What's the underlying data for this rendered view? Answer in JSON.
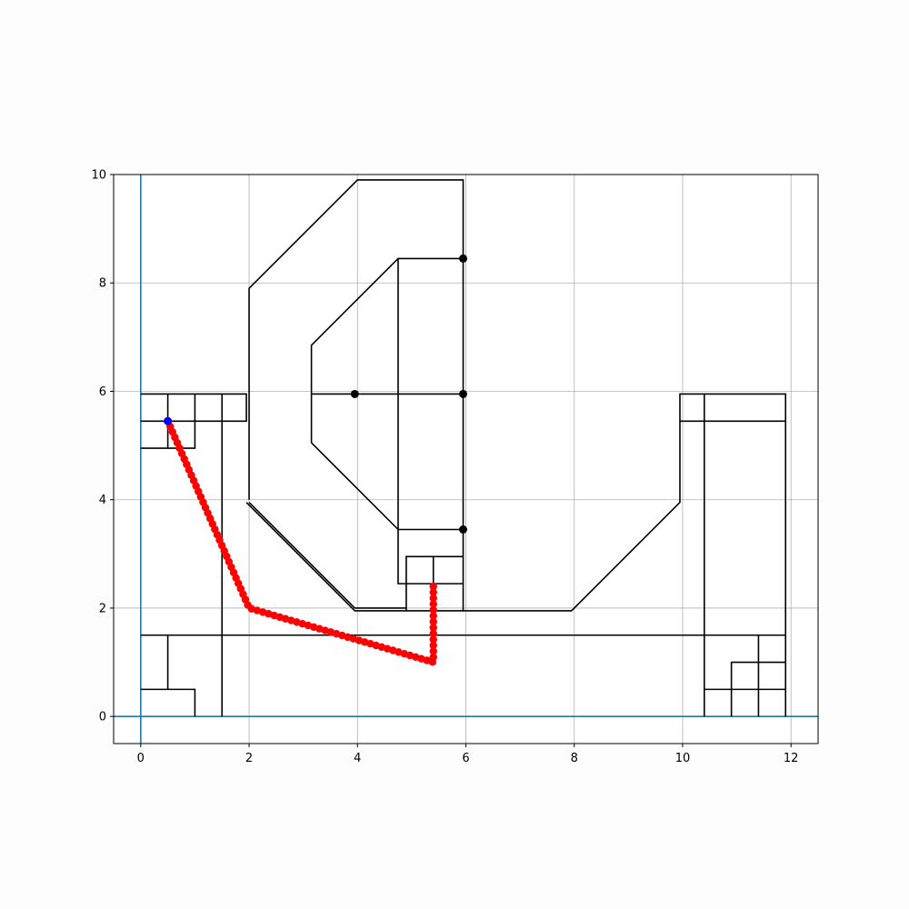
{
  "chart_data": {
    "type": "line",
    "title": "",
    "xlabel": "",
    "ylabel": "",
    "xlim": [
      -0.5,
      12.5
    ],
    "ylim": [
      -0.5,
      10
    ],
    "grid": true,
    "xticks": [
      0,
      2,
      4,
      6,
      8,
      10,
      12
    ],
    "yticks": [
      0,
      2,
      4,
      6,
      8,
      10
    ],
    "xtick_labels": [
      "0",
      "2",
      "4",
      "6",
      "8",
      "10",
      "12"
    ],
    "ytick_labels": [
      "0",
      "2",
      "4",
      "6",
      "8",
      "10"
    ],
    "colors": {
      "axis_lines": "#1f77b4",
      "obstacles": "#000000",
      "path": "#ff0000",
      "start": "#0000ff",
      "nodes": "#000000",
      "grid": "#b0b0b0"
    },
    "axis_lines": [
      {
        "x": [
          0,
          0
        ],
        "y": [
          -0.5,
          10
        ]
      },
      {
        "x": [
          -0.5,
          12.5
        ],
        "y": [
          0,
          0
        ]
      }
    ],
    "obstacle_polylines": [
      [
        [
          2.0,
          4.0
        ],
        [
          2.0,
          7.9
        ],
        [
          4.0,
          9.9
        ],
        [
          5.95,
          9.9
        ],
        [
          5.95,
          1.95
        ]
      ],
      [
        [
          1.95,
          3.95
        ],
        [
          3.95,
          1.95
        ],
        [
          7.95,
          1.95
        ],
        [
          9.95,
          3.95
        ],
        [
          9.95,
          5.95
        ],
        [
          11.9,
          5.95
        ],
        [
          11.9,
          0
        ]
      ],
      [
        [
          2.0,
          3.95
        ],
        [
          3.95,
          2.0
        ],
        [
          4.9,
          2.0
        ]
      ],
      [
        [
          3.15,
          5.05
        ],
        [
          3.15,
          6.85
        ],
        [
          4.75,
          8.45
        ],
        [
          5.95,
          8.45
        ]
      ],
      [
        [
          3.15,
          5.05
        ],
        [
          4.75,
          3.45
        ],
        [
          5.95,
          3.45
        ]
      ],
      [
        [
          3.15,
          5.95
        ],
        [
          5.95,
          5.95
        ]
      ],
      [
        [
          4.75,
          8.45
        ],
        [
          4.75,
          2.45
        ],
        [
          5.95,
          2.45
        ]
      ],
      [
        [
          4.9,
          1.95
        ],
        [
          4.9,
          2.95
        ],
        [
          5.95,
          2.95
        ]
      ],
      [
        [
          5.4,
          2.95
        ],
        [
          5.4,
          2.45
        ]
      ],
      [
        [
          0,
          5.95
        ],
        [
          1.95,
          5.95
        ],
        [
          1.95,
          5.45
        ],
        [
          0,
          5.45
        ]
      ],
      [
        [
          0,
          4.95
        ],
        [
          1.0,
          4.95
        ],
        [
          1.0,
          5.95
        ]
      ],
      [
        [
          0.5,
          5.95
        ],
        [
          0.5,
          4.95
        ]
      ],
      [
        [
          1.5,
          5.95
        ],
        [
          1.5,
          0
        ]
      ],
      [
        [
          0,
          1.5
        ],
        [
          11.9,
          1.5
        ]
      ],
      [
        [
          0.5,
          1.5
        ],
        [
          0.5,
          0.5
        ]
      ],
      [
        [
          0,
          0.5
        ],
        [
          1.0,
          0.5
        ],
        [
          1.0,
          0
        ]
      ],
      [
        [
          9.95,
          5.45
        ],
        [
          11.9,
          5.45
        ]
      ],
      [
        [
          10.4,
          5.95
        ],
        [
          10.4,
          0
        ]
      ],
      [
        [
          10.4,
          0.5
        ],
        [
          11.9,
          0.5
        ]
      ],
      [
        [
          10.9,
          0
        ],
        [
          10.9,
          1.0
        ],
        [
          11.9,
          1.0
        ]
      ],
      [
        [
          11.4,
          0
        ],
        [
          11.4,
          1.5
        ]
      ]
    ],
    "node_points": [
      {
        "x": 5.95,
        "y": 8.45
      },
      {
        "x": 3.95,
        "y": 5.95
      },
      {
        "x": 5.95,
        "y": 5.95
      },
      {
        "x": 5.95,
        "y": 3.45
      }
    ],
    "path_waypoints": [
      {
        "x": 0.5,
        "y": 5.45
      },
      {
        "x": 2.0,
        "y": 2.0
      },
      {
        "x": 5.4,
        "y": 1.0
      },
      {
        "x": 5.4,
        "y": 2.4
      }
    ],
    "path_points": 80,
    "start_point": {
      "x": 0.5,
      "y": 5.45
    }
  }
}
